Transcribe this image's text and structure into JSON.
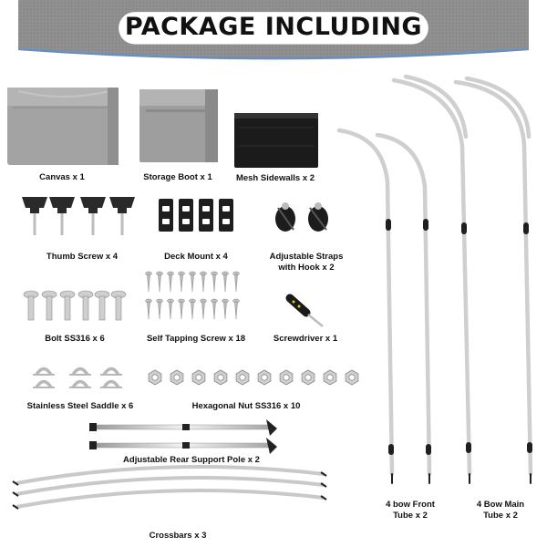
{
  "title": "PACKAGE INCLUDING",
  "colors": {
    "banner": "#8c8c8c",
    "accent_line": "#5b8fd6",
    "canvas_gray": "#a9a9a9",
    "mesh_black": "#1a1a1a",
    "metal": "#d9d9d9",
    "handle_yellow": "#f0c419"
  },
  "items": {
    "canvas": "Canvas x 1",
    "storage_boot": "Storage Boot x 1",
    "mesh_sidewalls": "Mesh Sidewalls x 2",
    "thumb_screw": "Thumb Screw x 4",
    "deck_mount": "Deck Mount x 4",
    "straps_line1": "Adjustable Straps",
    "straps_line2": "with Hook x 2",
    "bolt": "Bolt SS316 x 6",
    "self_tapping": "Self Tapping Screw x 18",
    "screwdriver": "Screwdriver x 1",
    "saddle": "Stainless Steel Saddle x 6",
    "hex_nut": "Hexagonal Nut SS316 x 10",
    "rear_support": "Adjustable Rear Support Pole x 2",
    "crossbars": "Crossbars x 3",
    "front_tube_line1": "4 bow Front",
    "front_tube_line2": "Tube x 2",
    "main_tube_line1": "4 Bow Main",
    "main_tube_line2": "Tube x 2"
  }
}
